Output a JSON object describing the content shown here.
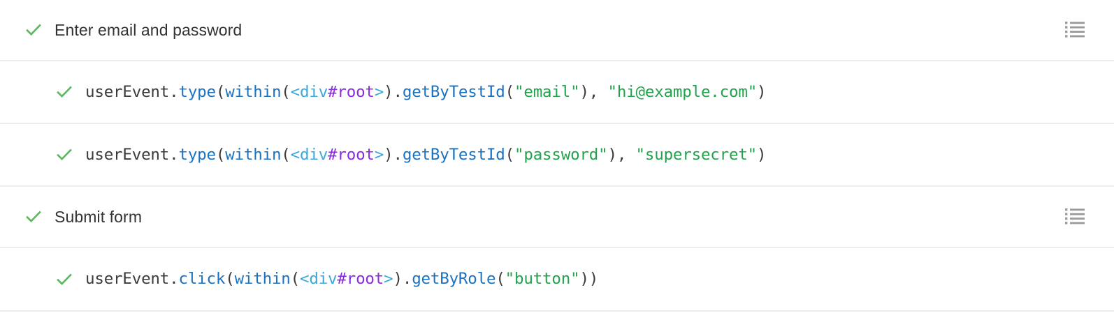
{
  "panel": {
    "name": "test-results-list"
  },
  "icons": {
    "check": "check-icon",
    "list": "list-icon"
  },
  "colors": {
    "check_green": "#5cb85c",
    "row_border": "#ececec",
    "suite_text": "#333333",
    "code_plain": "#3b3b3b",
    "code_function": "#1a72c0",
    "code_tag": "#3aa8e0",
    "code_id": "#8a2be2",
    "code_string": "#22a24c",
    "list_icon": "#9a9a9a",
    "background": "#ffffff"
  },
  "rows": [
    {
      "kind": "suite",
      "status": "passed",
      "title": "Enter email and password",
      "has_list_icon": true
    },
    {
      "kind": "test",
      "status": "passed",
      "code_text": "userEvent.type(within(<div#root>).getByTestId(\"email\"), \"hi@example.com\")",
      "tokens": [
        {
          "t": "userEvent.",
          "c": "plain"
        },
        {
          "t": "type",
          "c": "fn"
        },
        {
          "t": "(",
          "c": "punc"
        },
        {
          "t": "within",
          "c": "fn"
        },
        {
          "t": "(",
          "c": "punc"
        },
        {
          "t": "<div",
          "c": "tag"
        },
        {
          "t": "#root",
          "c": "id"
        },
        {
          "t": ">",
          "c": "tag"
        },
        {
          "t": ").",
          "c": "punc"
        },
        {
          "t": "getByTestId",
          "c": "fn"
        },
        {
          "t": "(",
          "c": "punc"
        },
        {
          "t": "\"email\"",
          "c": "str"
        },
        {
          "t": "), ",
          "c": "punc"
        },
        {
          "t": "\"hi@example.com\"",
          "c": "str"
        },
        {
          "t": ")",
          "c": "punc"
        }
      ],
      "has_list_icon": false
    },
    {
      "kind": "test",
      "status": "passed",
      "code_text": "userEvent.type(within(<div#root>).getByTestId(\"password\"), \"supersecret\")",
      "tokens": [
        {
          "t": "userEvent.",
          "c": "plain"
        },
        {
          "t": "type",
          "c": "fn"
        },
        {
          "t": "(",
          "c": "punc"
        },
        {
          "t": "within",
          "c": "fn"
        },
        {
          "t": "(",
          "c": "punc"
        },
        {
          "t": "<div",
          "c": "tag"
        },
        {
          "t": "#root",
          "c": "id"
        },
        {
          "t": ">",
          "c": "tag"
        },
        {
          "t": ").",
          "c": "punc"
        },
        {
          "t": "getByTestId",
          "c": "fn"
        },
        {
          "t": "(",
          "c": "punc"
        },
        {
          "t": "\"password\"",
          "c": "str"
        },
        {
          "t": "), ",
          "c": "punc"
        },
        {
          "t": "\"supersecret\"",
          "c": "str"
        },
        {
          "t": ")",
          "c": "punc"
        }
      ],
      "has_list_icon": false
    },
    {
      "kind": "suite",
      "status": "passed",
      "title": "Submit form",
      "has_list_icon": true
    },
    {
      "kind": "test",
      "status": "passed",
      "code_text": "userEvent.click(within(<div#root>).getByRole(\"button\"))",
      "tokens": [
        {
          "t": "userEvent.",
          "c": "plain"
        },
        {
          "t": "click",
          "c": "fn"
        },
        {
          "t": "(",
          "c": "punc"
        },
        {
          "t": "within",
          "c": "fn"
        },
        {
          "t": "(",
          "c": "punc"
        },
        {
          "t": "<div",
          "c": "tag"
        },
        {
          "t": "#root",
          "c": "id"
        },
        {
          "t": ">",
          "c": "tag"
        },
        {
          "t": ").",
          "c": "punc"
        },
        {
          "t": "getByRole",
          "c": "fn"
        },
        {
          "t": "(",
          "c": "punc"
        },
        {
          "t": "\"button\"",
          "c": "str"
        },
        {
          "t": "))",
          "c": "punc"
        }
      ],
      "has_list_icon": false
    }
  ]
}
